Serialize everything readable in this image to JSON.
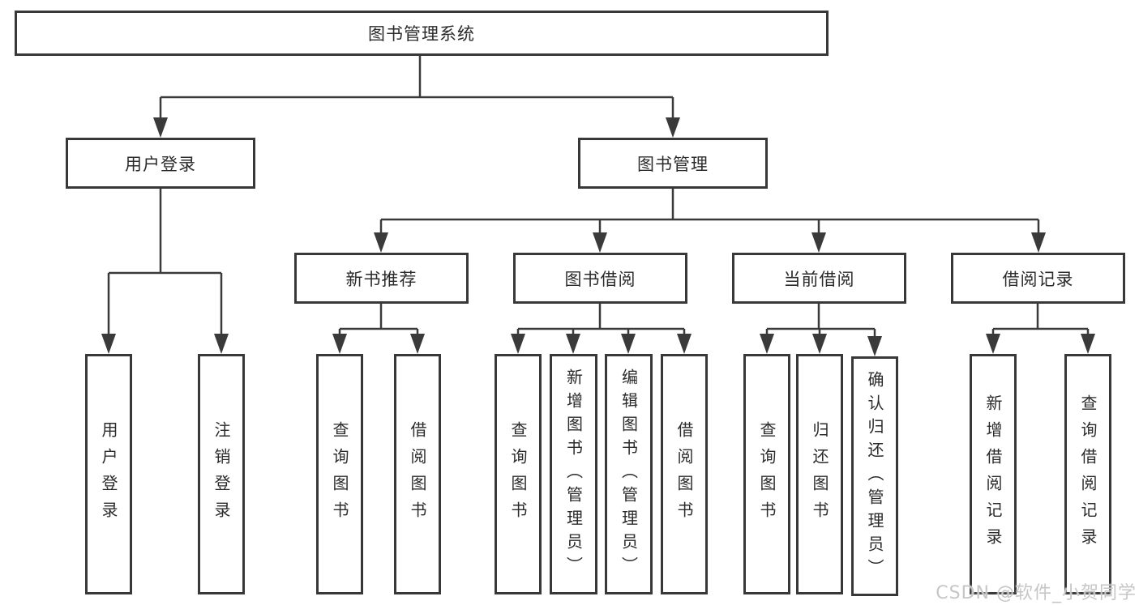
{
  "nodes": {
    "root": "图书管理系统",
    "user_login": "用户登录",
    "book_mgmt": "图书管理",
    "new_book_rec": "新书推荐",
    "book_borrow": "图书借阅",
    "current_borrow": "当前借阅",
    "borrow_record": "借阅记录",
    "leaf_user_login": "用户登录",
    "leaf_logout": "注销登录",
    "rec_query_book": "查询图书",
    "rec_borrow_book": "借阅图书",
    "bb_query_book": "查询图书",
    "bb_add_book": "新增图书（管理员）",
    "bb_edit_book": "编辑图书（管理员）",
    "bb_borrow_book": "借阅图书",
    "cb_query_book": "查询图书",
    "cb_return_book": "归还图书",
    "cb_confirm_return": "确认归还（管理员）",
    "br_add_record": "新增借阅记录",
    "br_query_record": "查询借阅记录"
  },
  "hierarchy": {
    "图书管理系统": [
      "用户登录",
      "图书管理"
    ],
    "用户登录": [
      "用户登录",
      "注销登录"
    ],
    "图书管理": [
      "新书推荐",
      "图书借阅",
      "当前借阅",
      "借阅记录"
    ],
    "新书推荐": [
      "查询图书",
      "借阅图书"
    ],
    "图书借阅": [
      "查询图书",
      "新增图书（管理员）",
      "编辑图书（管理员）",
      "借阅图书"
    ],
    "当前借阅": [
      "查询图书",
      "归还图书",
      "确认归还（管理员）"
    ],
    "借阅记录": [
      "新增借阅记录",
      "查询借阅记录"
    ]
  },
  "watermark": "CSDN @软件_小贺同学",
  "colors": {
    "line": "#3a3a3a",
    "box_border": "#383838",
    "text": "#2b2b2b",
    "watermark": "#c6c6c6",
    "background": "#ffffff"
  }
}
